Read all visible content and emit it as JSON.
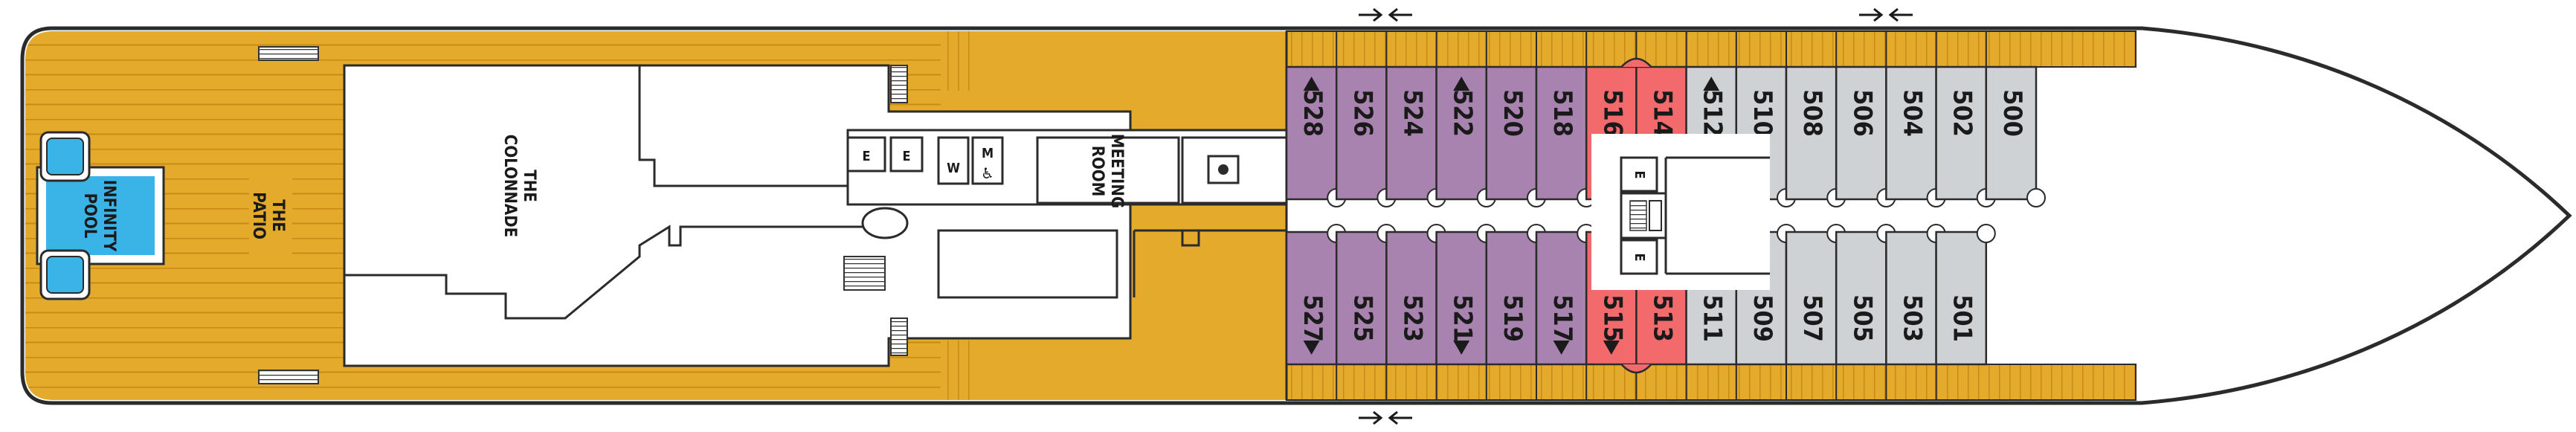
{
  "labels": {
    "pool": "INFINITY\nPOOL",
    "patio": "THE\nPATIO",
    "colonnade": "THE\nCOLONNADE",
    "meeting": "MEETING\nROOM",
    "elevator": "E",
    "women": "W",
    "men": "M"
  },
  "cabins_top": [
    {
      "num": "528",
      "type": "purple",
      "acc": true
    },
    {
      "num": "526",
      "type": "purple",
      "acc": false
    },
    {
      "num": "524",
      "type": "purple",
      "acc": false
    },
    {
      "num": "522",
      "type": "purple",
      "acc": true
    },
    {
      "num": "520",
      "type": "purple",
      "acc": false
    },
    {
      "num": "518",
      "type": "purple",
      "acc": false
    },
    {
      "num": "516",
      "type": "red",
      "acc": false
    },
    {
      "num": "514",
      "type": "red",
      "acc": false
    },
    {
      "num": "512",
      "type": "gray",
      "acc": true
    },
    {
      "num": "510",
      "type": "gray",
      "acc": false
    },
    {
      "num": "508",
      "type": "gray",
      "acc": false
    },
    {
      "num": "506",
      "type": "gray",
      "acc": false
    },
    {
      "num": "504",
      "type": "gray",
      "acc": false
    },
    {
      "num": "502",
      "type": "gray",
      "acc": false
    },
    {
      "num": "500",
      "type": "gray",
      "acc": false
    }
  ],
  "cabins_bottom": [
    {
      "num": "527",
      "type": "purple",
      "acc": true
    },
    {
      "num": "525",
      "type": "purple",
      "acc": false
    },
    {
      "num": "523",
      "type": "purple",
      "acc": false
    },
    {
      "num": "521",
      "type": "purple",
      "acc": true
    },
    {
      "num": "519",
      "type": "purple",
      "acc": false
    },
    {
      "num": "517",
      "type": "purple",
      "acc": true
    },
    {
      "num": "515",
      "type": "red",
      "acc": true
    },
    {
      "num": "513",
      "type": "red",
      "acc": false
    },
    {
      "num": "511",
      "type": "gray",
      "acc": false
    },
    {
      "num": "509",
      "type": "gray",
      "acc": false
    },
    {
      "num": "507",
      "type": "gray",
      "acc": false
    },
    {
      "num": "505",
      "type": "gray",
      "acc": false
    },
    {
      "num": "503",
      "type": "gray",
      "acc": false
    },
    {
      "num": "501",
      "type": "gray",
      "acc": false
    }
  ],
  "colors": {
    "hull": "#ffffff",
    "outline": "#2b2b2b",
    "deck": "#e4aa2c",
    "deck_plank": "#c98a17",
    "purple": "#a983b0",
    "red": "#f26a6c",
    "gray": "#cfd2d4",
    "pool": "#3ab4e6",
    "corridor": "#ffffff"
  }
}
